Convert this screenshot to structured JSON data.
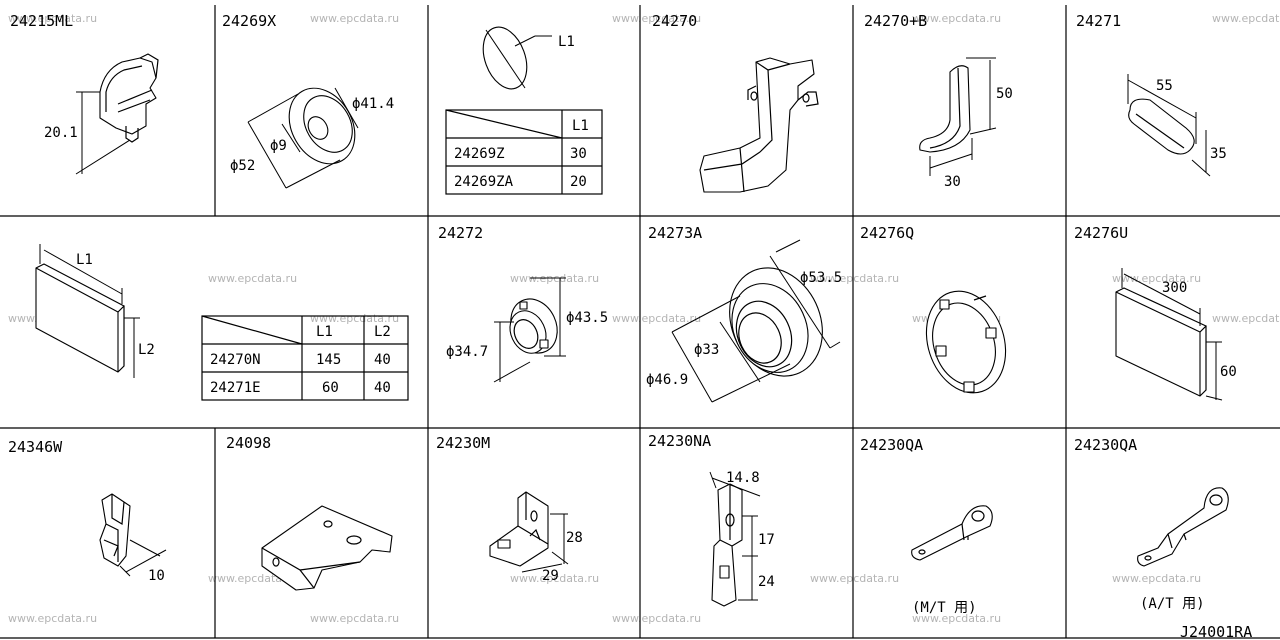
{
  "drawing_id": "J24001RA",
  "watermark": "www.epcdata.ru",
  "cells": {
    "c1": {
      "part": "24215ML",
      "dims": [
        "20.1"
      ]
    },
    "c2": {
      "part": "24269X",
      "dims": [
        "ϕ41.4",
        "ϕ9",
        "ϕ52"
      ]
    },
    "c3": {
      "dims": [
        "L1"
      ],
      "table": {
        "header": [
          "L1"
        ],
        "rows": [
          [
            "24269Z",
            "30"
          ],
          [
            "24269ZA",
            "20"
          ]
        ]
      }
    },
    "c4": {
      "part": "24270"
    },
    "c5": {
      "part": "24270+B",
      "dims": [
        "50",
        "30"
      ]
    },
    "c6": {
      "part": "24271",
      "dims": [
        "55",
        "35"
      ]
    },
    "c7": {
      "dims": [
        "L1",
        "L2"
      ],
      "table": {
        "header": [
          "L1",
          "L2"
        ],
        "rows": [
          [
            "24270N",
            "145",
            "40"
          ],
          [
            "24271E",
            "60",
            "40"
          ]
        ]
      }
    },
    "c8": {
      "part": "24272",
      "dims": [
        "ϕ43.5",
        "ϕ34.7"
      ]
    },
    "c9": {
      "part": "24273A",
      "dims": [
        "ϕ53.5",
        "ϕ33",
        "ϕ46.9"
      ]
    },
    "c10": {
      "part": "24276Q"
    },
    "c11": {
      "part": "24276U",
      "dims": [
        "300",
        "60"
      ]
    },
    "c12": {
      "part": "24346W",
      "dims": [
        "10"
      ]
    },
    "c13": {
      "part": "24098"
    },
    "c14": {
      "part": "24230M",
      "dims": [
        "28",
        "29"
      ]
    },
    "c15": {
      "part": "24230NA",
      "dims": [
        "14.8",
        "17",
        "24"
      ]
    },
    "c16": {
      "part": "24230QA",
      "note": "(M/T  用)"
    },
    "c17": {
      "part": "24230QA",
      "note": "(A/T  用)"
    }
  }
}
